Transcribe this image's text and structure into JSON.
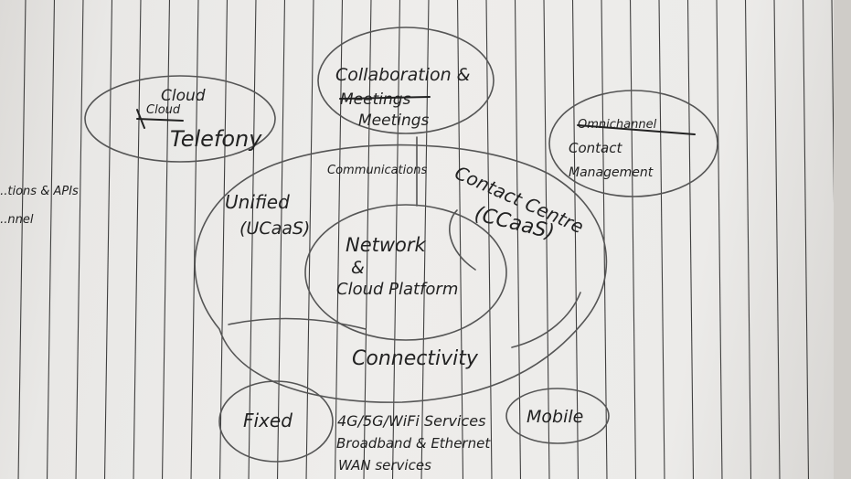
{
  "notes": {
    "edge_text": [
      "...tions & APIs",
      "...nnel"
    ],
    "cloud_telephony": {
      "crossed_out": "Cloud",
      "caption": "Cloud",
      "title": "Telefony"
    },
    "collaboration": {
      "line1": "Collaboration &",
      "crossed_out": "Meetings",
      "line2": "Meetings"
    },
    "contact_management": {
      "crossed_out": "Omnichannel",
      "line1": "Contact",
      "line2": "Management"
    },
    "unified_communications": {
      "line1": "Unified",
      "line2": "(UCaaS)",
      "arc_label": "Communications"
    },
    "contact_centre": {
      "line1": "Contact Centre",
      "line2": "(CCaaS)"
    },
    "core": {
      "line1": "Network",
      "line2": "&",
      "line3": "Cloud Platform"
    },
    "connectivity": "Connectivity",
    "fixed": "Fixed",
    "mobile": "Mobile",
    "services": {
      "line1": "4G/5G/WiFi Services",
      "line2": "Broadband & Ethernet",
      "line3": "WAN services"
    }
  }
}
